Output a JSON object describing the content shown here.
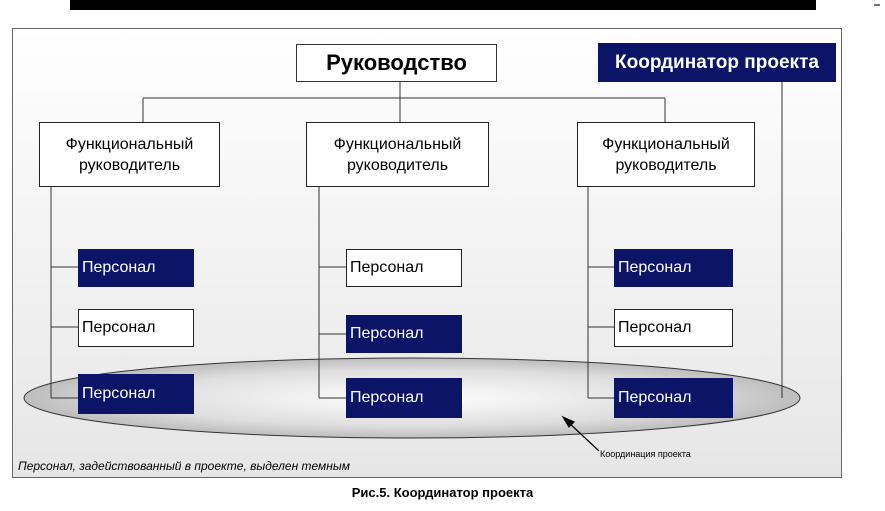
{
  "diagram": {
    "management": "Руководство",
    "coordinator": "Координатор проекта",
    "functional_managers": [
      [
        "Функциональный",
        "руководитель"
      ],
      [
        "Функциональный",
        "руководитель"
      ],
      [
        "Функциональный",
        "руководитель"
      ]
    ],
    "personnel_label": "Персонал",
    "personnel_rows": [
      [
        "dark",
        "light",
        "dark"
      ],
      [
        "light",
        "dark",
        "light"
      ],
      [
        "dark",
        "dark",
        "dark"
      ]
    ],
    "legend_note": "Персонал, задействованный в проекте, выделен темным",
    "coordination_label": "Координация проекта",
    "caption": "Рис.5. Координатор проекта"
  },
  "colors": {
    "highlight": "#0c1467",
    "border": "#222222",
    "ellipse": "#c8c8c8"
  }
}
